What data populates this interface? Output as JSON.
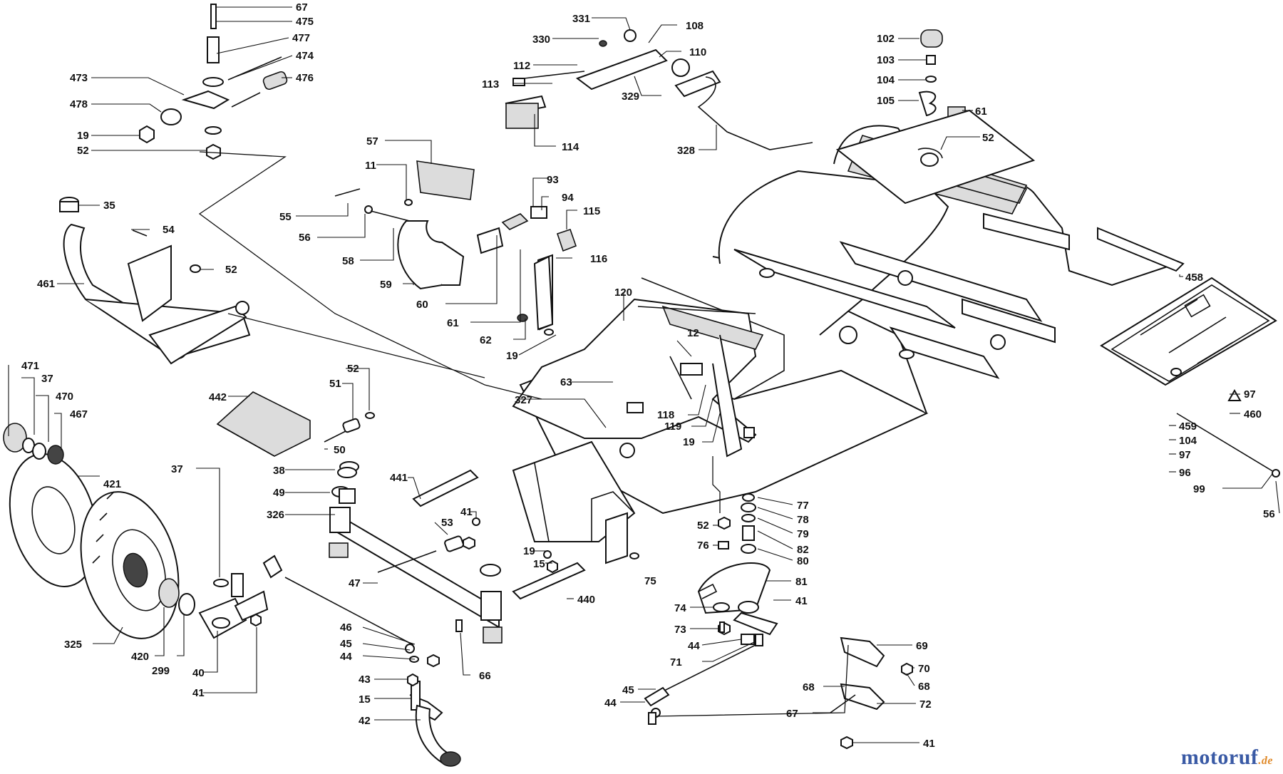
{
  "labels": [
    {
      "id": "l-67a",
      "text": "67"
    },
    {
      "id": "l-475",
      "text": "475"
    },
    {
      "id": "l-477",
      "text": "477"
    },
    {
      "id": "l-474",
      "text": "474"
    },
    {
      "id": "l-473",
      "text": "473"
    },
    {
      "id": "l-476",
      "text": "476"
    },
    {
      "id": "l-478",
      "text": "478"
    },
    {
      "id": "l-19a",
      "text": "19"
    },
    {
      "id": "l-52a",
      "text": "52"
    },
    {
      "id": "l-35",
      "text": "35"
    },
    {
      "id": "l-54",
      "text": "54"
    },
    {
      "id": "l-52b",
      "text": "52"
    },
    {
      "id": "l-461",
      "text": "461"
    },
    {
      "id": "l-471",
      "text": "471"
    },
    {
      "id": "l-37a",
      "text": "37"
    },
    {
      "id": "l-470",
      "text": "470"
    },
    {
      "id": "l-467",
      "text": "467"
    },
    {
      "id": "l-421",
      "text": "421"
    },
    {
      "id": "l-325",
      "text": "325"
    },
    {
      "id": "l-420",
      "text": "420"
    },
    {
      "id": "l-299",
      "text": "299"
    },
    {
      "id": "l-40",
      "text": "40"
    },
    {
      "id": "l-41a",
      "text": "41"
    },
    {
      "id": "l-37b",
      "text": "37"
    },
    {
      "id": "l-442",
      "text": "442"
    },
    {
      "id": "l-51",
      "text": "51"
    },
    {
      "id": "l-52c",
      "text": "52"
    },
    {
      "id": "l-50",
      "text": "50"
    },
    {
      "id": "l-38",
      "text": "38"
    },
    {
      "id": "l-49",
      "text": "49"
    },
    {
      "id": "l-326",
      "text": "326"
    },
    {
      "id": "l-441",
      "text": "441"
    },
    {
      "id": "l-53",
      "text": "53"
    },
    {
      "id": "l-41b",
      "text": "41"
    },
    {
      "id": "l-47",
      "text": "47"
    },
    {
      "id": "l-19b",
      "text": "19"
    },
    {
      "id": "l-15a",
      "text": "15"
    },
    {
      "id": "l-440",
      "text": "440"
    },
    {
      "id": "l-46",
      "text": "46"
    },
    {
      "id": "l-45a",
      "text": "45"
    },
    {
      "id": "l-44a",
      "text": "44"
    },
    {
      "id": "l-66",
      "text": "66"
    },
    {
      "id": "l-43",
      "text": "43"
    },
    {
      "id": "l-15b",
      "text": "15"
    },
    {
      "id": "l-42",
      "text": "42"
    },
    {
      "id": "l-57",
      "text": "57"
    },
    {
      "id": "l-11",
      "text": "11"
    },
    {
      "id": "l-55",
      "text": "55"
    },
    {
      "id": "l-56a",
      "text": "56"
    },
    {
      "id": "l-58",
      "text": "58"
    },
    {
      "id": "l-59",
      "text": "59"
    },
    {
      "id": "l-60",
      "text": "60"
    },
    {
      "id": "l-61a",
      "text": "61"
    },
    {
      "id": "l-62",
      "text": "62"
    },
    {
      "id": "l-19c",
      "text": "19"
    },
    {
      "id": "l-93",
      "text": "93"
    },
    {
      "id": "l-94",
      "text": "94"
    },
    {
      "id": "l-115",
      "text": "115"
    },
    {
      "id": "l-116",
      "text": "116"
    },
    {
      "id": "l-331",
      "text": "331"
    },
    {
      "id": "l-108",
      "text": "108"
    },
    {
      "id": "l-330",
      "text": "330"
    },
    {
      "id": "l-110",
      "text": "110"
    },
    {
      "id": "l-112",
      "text": "112"
    },
    {
      "id": "l-113",
      "text": "113"
    },
    {
      "id": "l-329",
      "text": "329"
    },
    {
      "id": "l-114",
      "text": "114"
    },
    {
      "id": "l-328",
      "text": "328"
    },
    {
      "id": "l-120",
      "text": "120"
    },
    {
      "id": "l-12",
      "text": "12"
    },
    {
      "id": "l-63",
      "text": "63"
    },
    {
      "id": "l-327",
      "text": "327"
    },
    {
      "id": "l-118",
      "text": "118"
    },
    {
      "id": "l-119",
      "text": "119"
    },
    {
      "id": "l-19d",
      "text": "19"
    },
    {
      "id": "l-102",
      "text": "102"
    },
    {
      "id": "l-103",
      "text": "103"
    },
    {
      "id": "l-104a",
      "text": "104"
    },
    {
      "id": "l-105",
      "text": "105"
    },
    {
      "id": "l-61b",
      "text": "61"
    },
    {
      "id": "l-52d",
      "text": "52"
    },
    {
      "id": "l-458",
      "text": "458"
    },
    {
      "id": "l-97a",
      "text": "97"
    },
    {
      "id": "l-460",
      "text": "460"
    },
    {
      "id": "l-459",
      "text": "459"
    },
    {
      "id": "l-104b",
      "text": "104"
    },
    {
      "id": "l-97b",
      "text": "97"
    },
    {
      "id": "l-96",
      "text": "96"
    },
    {
      "id": "l-99",
      "text": "99"
    },
    {
      "id": "l-56b",
      "text": "56"
    },
    {
      "id": "l-77",
      "text": "77"
    },
    {
      "id": "l-78",
      "text": "78"
    },
    {
      "id": "l-79",
      "text": "79"
    },
    {
      "id": "l-82",
      "text": "82"
    },
    {
      "id": "l-80",
      "text": "80"
    },
    {
      "id": "l-52e",
      "text": "52"
    },
    {
      "id": "l-76",
      "text": "76"
    },
    {
      "id": "l-81",
      "text": "81"
    },
    {
      "id": "l-74",
      "text": "74"
    },
    {
      "id": "l-41c",
      "text": "41"
    },
    {
      "id": "l-73",
      "text": "73"
    },
    {
      "id": "l-75",
      "text": "75"
    },
    {
      "id": "l-44b",
      "text": "44"
    },
    {
      "id": "l-71",
      "text": "71"
    },
    {
      "id": "l-45b",
      "text": "45"
    },
    {
      "id": "l-44c",
      "text": "44"
    },
    {
      "id": "l-69",
      "text": "69"
    },
    {
      "id": "l-70",
      "text": "70"
    },
    {
      "id": "l-68a",
      "text": "68"
    },
    {
      "id": "l-68b",
      "text": "68"
    },
    {
      "id": "l-72",
      "text": "72"
    },
    {
      "id": "l-67b",
      "text": "67"
    },
    {
      "id": "l-41d",
      "text": "41"
    }
  ],
  "watermark": {
    "main": "motoruf",
    "suffix": ".de"
  }
}
